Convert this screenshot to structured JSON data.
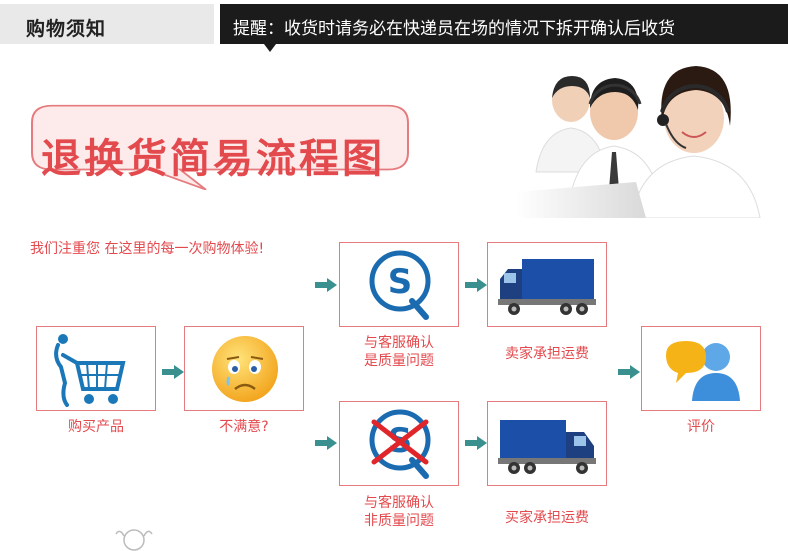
{
  "header": {
    "section_title": "购物须知",
    "notice": "提醒：收货时请务必在快递员在场的情况下拆开确认后收货"
  },
  "title": "退换货简易流程图",
  "tagline": "我们注重您 在这里的每一次购物体验!",
  "steps": {
    "buy": "购买产品",
    "unsatisfied": "不满意?",
    "quality_issue_line1": "与客服确认",
    "quality_issue_line2": "是质量问题",
    "seller_pays_top": "卖家承担运费",
    "non_quality_line1": "与客服确认",
    "non_quality_line2": "非质量问题",
    "buyer_pays_bottom": "买家承担运费",
    "review": "评价"
  },
  "icons": {
    "buy": "shopping-cart-icon",
    "unsatisfied": "sad-face-icon",
    "quality": "quality-s-icon",
    "non_quality": "quality-s-crossed-icon",
    "truck": "delivery-truck-icon",
    "review": "chat-bubble-user-icon",
    "arrow": "right-arrow-icon"
  },
  "colors": {
    "accent_red": "#e34a4e",
    "box_border": "#e57b7e",
    "header_dark": "#1b1b1b",
    "header_light": "#e9e9e9",
    "truck_blue": "#1b4fa8"
  }
}
